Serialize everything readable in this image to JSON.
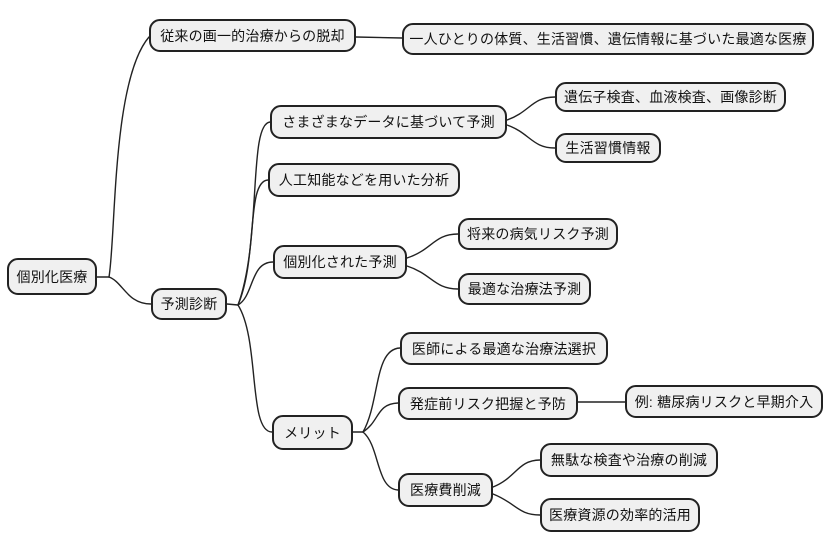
{
  "style": {
    "background": "#ffffff",
    "node_fill": "#f0f0f0",
    "node_border": "#222222",
    "connector_color": "#222222",
    "text_color": "#111111"
  },
  "mindmap": {
    "type": "mindmap",
    "root": {
      "label": "個別化医療",
      "children": [
        {
          "label": "従来の画一的治療からの脱却",
          "children": [
            {
              "label": "一人ひとりの体質、生活習慣、遺伝情報に基づいた最適な医療"
            }
          ]
        },
        {
          "label": "予測診断",
          "children": [
            {
              "label": "さまざまなデータに基づいて予測",
              "children": [
                {
                  "label": "遺伝子検査、血液検査、画像診断"
                },
                {
                  "label": "生活習慣情報"
                }
              ]
            },
            {
              "label": "人工知能などを用いた分析"
            },
            {
              "label": "個別化された予測",
              "children": [
                {
                  "label": "将来の病気リスク予測"
                },
                {
                  "label": "最適な治療法予測"
                }
              ]
            },
            {
              "label": "メリット",
              "children": [
                {
                  "label": "医師による最適な治療法選択"
                },
                {
                  "label": "発症前リスク把握と予防",
                  "children": [
                    {
                      "label": "例: 糖尿病リスクと早期介入"
                    }
                  ]
                },
                {
                  "label": "医療費削減",
                  "children": [
                    {
                      "label": "無駄な検査や治療の削減"
                    },
                    {
                      "label": "医療資源の効率的活用"
                    }
                  ]
                }
              ]
            }
          ]
        }
      ]
    }
  }
}
